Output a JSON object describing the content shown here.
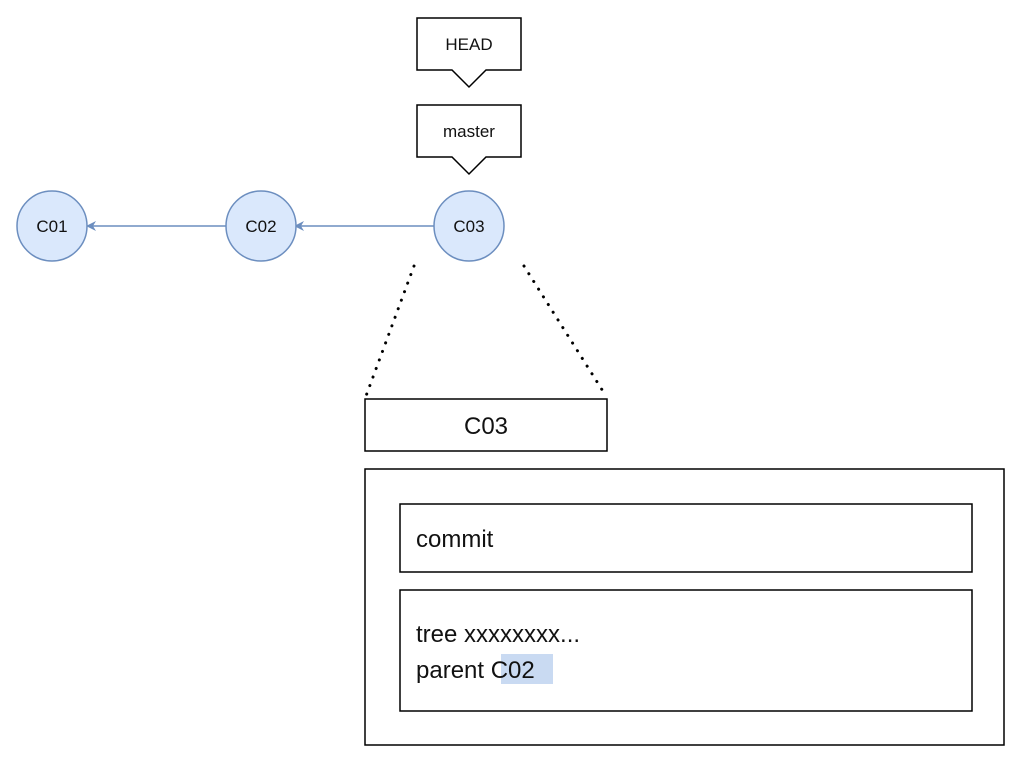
{
  "pointers": {
    "head_label": "HEAD",
    "branch_label": "master"
  },
  "commits": [
    {
      "id": "C01"
    },
    {
      "id": "C02"
    },
    {
      "id": "C03"
    }
  ],
  "detail": {
    "title": "C03",
    "type_label": "commit",
    "tree_line": "tree xxxxxxxx...",
    "parent_prefix": "parent ",
    "parent_ref": "C02"
  },
  "colors": {
    "node_fill": "#dae8fc",
    "node_stroke": "#6c8ebf",
    "edge": "#6c8ebf",
    "highlight": "#c9daf2",
    "box_stroke": "#000000"
  }
}
